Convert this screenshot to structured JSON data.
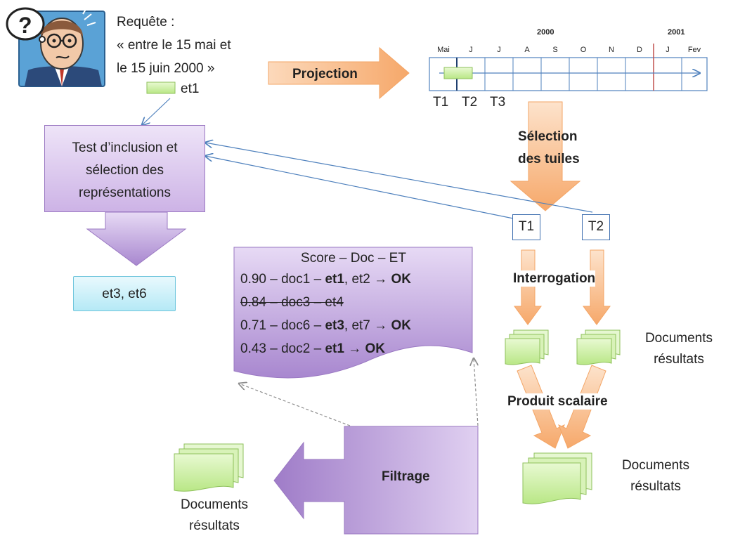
{
  "query": {
    "label": "Requête :",
    "line1": "« entre le 15 mai et",
    "line2": "le 15 juin 2000 »",
    "et_label": "et1"
  },
  "projection": {
    "label": "Projection"
  },
  "timeline": {
    "year_labels": [
      "2000",
      "2001"
    ],
    "months": [
      "Mai",
      "J",
      "J",
      "A",
      "S",
      "O",
      "N",
      "D",
      "J",
      "Fev"
    ],
    "tile_labels": [
      "T1",
      "T2",
      "T3"
    ]
  },
  "selection": {
    "line1": "Sélection",
    "line2": "des tuiles"
  },
  "inclusion_box": {
    "line1": "Test d’inclusion et",
    "line2": "sélection des",
    "line3": "représentations"
  },
  "result_note": {
    "text": "et3, et6"
  },
  "tiles": [
    "T1",
    "T2"
  ],
  "interrogation": {
    "label": "Interrogation"
  },
  "documents_label": {
    "line1": "Documents",
    "line2": "résultats"
  },
  "produit_scalaire": {
    "label": "Produit scalaire"
  },
  "filtrage": {
    "label": "Filtrage"
  },
  "score_table": {
    "header": "Score – Doc – ET",
    "rows": [
      {
        "pre": "0.90 – doc1 – ",
        "bold": "et1",
        "post": ", et2",
        "ok": "OK",
        "struck": false
      },
      {
        "pre": "0.84 – doc3 – et4",
        "bold": "",
        "post": "",
        "ok": "",
        "struck": true
      },
      {
        "pre": "0.71 – doc6 – ",
        "bold": "et3",
        "post": ", et7",
        "ok": "OK",
        "struck": false
      },
      {
        "pre": "0.43 – doc2 – ",
        "bold": "et1",
        "post": "",
        "ok": "OK",
        "struck": false
      }
    ]
  },
  "colors": {
    "orange_arrow": "#f7b27a",
    "purple_arrow": "#a07cc8",
    "green_doc": "#c9ef9c",
    "blue_line": "#4f81bd",
    "red_line": "#c0504d"
  },
  "icons": {
    "person": "confused-man-icon"
  }
}
